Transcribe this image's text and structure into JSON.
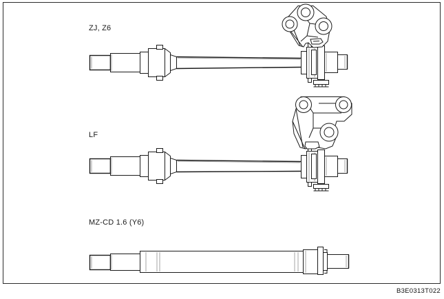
{
  "figure": {
    "code": "B3E0313T022",
    "frame_color": "#2b2b2b",
    "line_color": "#1a1a1a",
    "background": "#ffffff"
  },
  "variants": [
    {
      "label": "ZJ, Z6",
      "name": "zj-z6",
      "description": "Intermediate shaft assembly with triangular three-boss support bracket"
    },
    {
      "label": "LF",
      "name": "lf",
      "description": "Intermediate shaft assembly with wide three-boss support bracket"
    },
    {
      "label": "MZ-CD 1.6 (Y6)",
      "name": "mz-cd-16-y6",
      "description": "Intermediate shaft assembly without support bracket"
    }
  ],
  "icons": {
    "shaft": "shaft-icon",
    "bracket": "bracket-icon",
    "bearing": "bearing-icon",
    "spline": "spline-end-icon"
  }
}
